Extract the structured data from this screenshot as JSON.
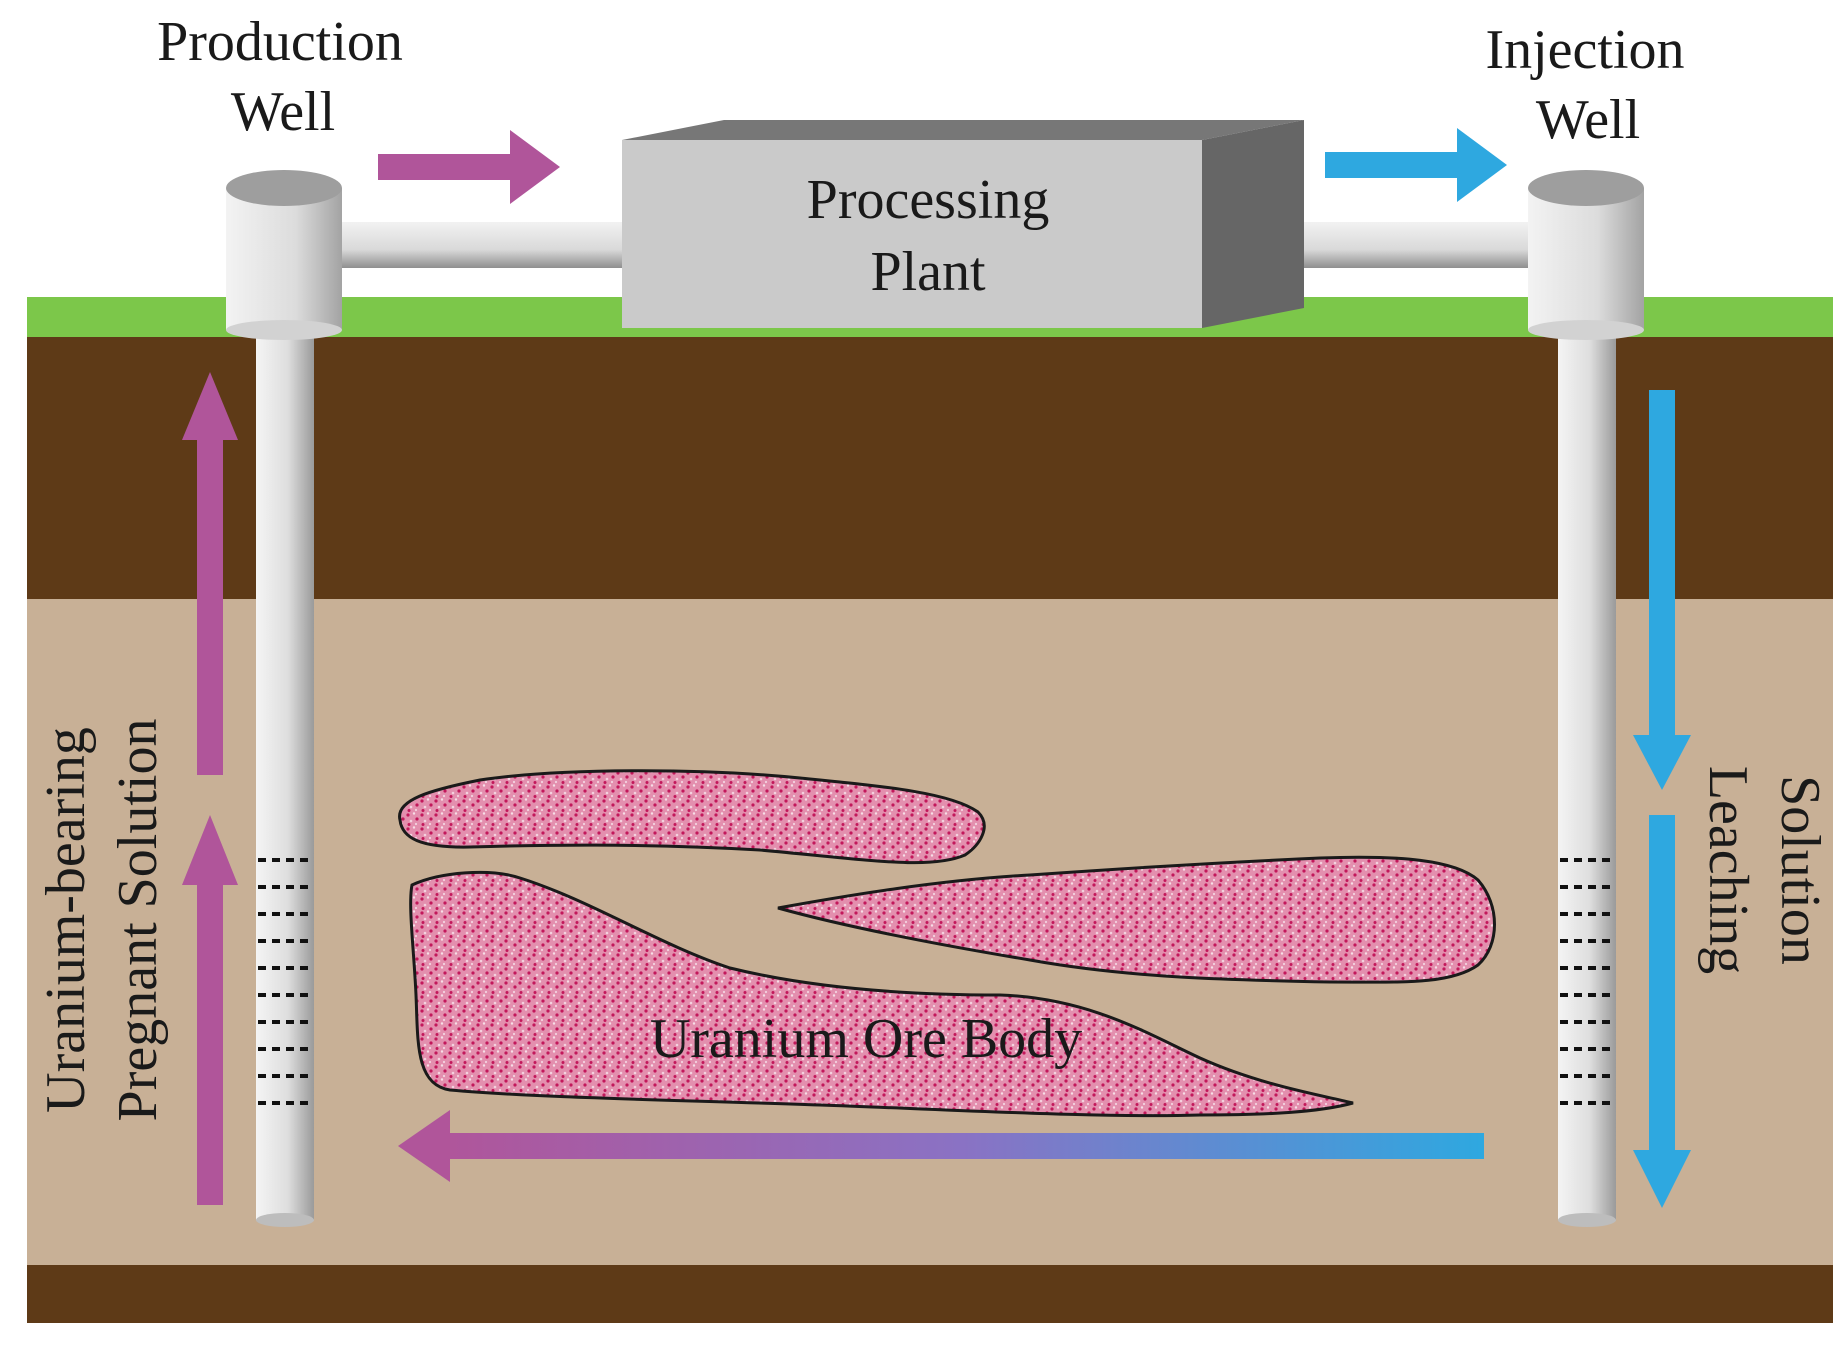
{
  "labels": {
    "production_well_line1": "Production",
    "production_well_line2": "Well",
    "injection_well_line1": "Injection",
    "injection_well_line2": "Well",
    "plant_line1": "Processing",
    "plant_line2": "Plant",
    "pregnant_line1": "Uranium-bearing",
    "pregnant_line2": "Pregnant Solution",
    "leaching_line1": "Leaching",
    "leaching_line2": "Solution",
    "ore_body": "Uranium Ore Body"
  },
  "colors": {
    "grass": "#7cc74a",
    "topsoil": "#5e3a17",
    "aquifer": "#c8b096",
    "bedrock": "#5e3a17",
    "ore_fill": "#e07aa0",
    "ore_speckle": "#c2185b",
    "pregnant_arrow": "#b0559a",
    "leaching_arrow": "#2ea8e0",
    "plant_front": "#c9c9c9",
    "plant_top": "#777777",
    "plant_side": "#6a6a6a",
    "pipe": "#dcdcdc"
  }
}
